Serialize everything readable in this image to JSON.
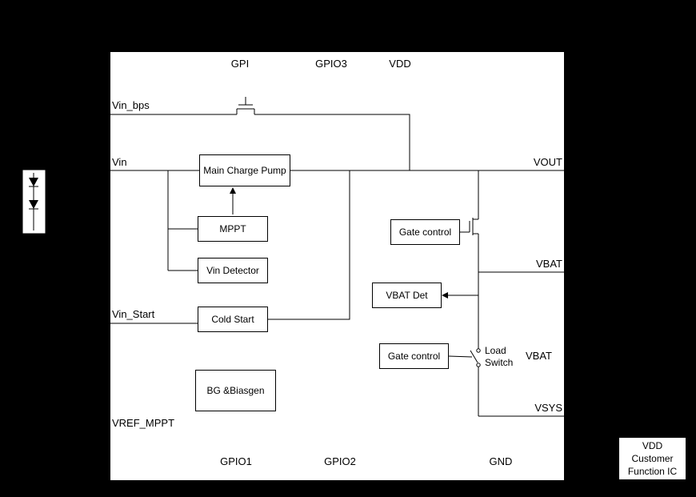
{
  "pins": {
    "top": {
      "gpi": "GPI",
      "gpio3": "GPIO3",
      "vdd": "VDD"
    },
    "bottom": {
      "gpio1": "GPIO1",
      "gpio2": "GPIO2",
      "gnd": "GND"
    },
    "left": {
      "vin_bps": "Vin_bps",
      "vin": "Vin",
      "vin_start": "Vin_Start",
      "vref_mppt": "VREF_MPPT"
    },
    "right": {
      "vout": "VOUT",
      "vbat": "VBAT",
      "vbat2": "VBAT",
      "vsys": "VSYS"
    }
  },
  "blocks": {
    "main_charge_pump": "Main Charge Pump",
    "mppt": "MPPT",
    "vin_detector": "Vin Detector",
    "cold_start": "Cold Start",
    "bg_biasgen": "BG &Biasgen",
    "gate_control_top": "Gate control",
    "vbat_det": "VBAT Det",
    "gate_control_bottom": "Gate control"
  },
  "annotations": {
    "load_switch": {
      "line1": "Load",
      "line2": "Switch"
    }
  },
  "external": {
    "customer_ic": {
      "line1": "VDD",
      "line2": "Customer",
      "line3": "Function IC"
    }
  },
  "colors": {
    "background": "#000000",
    "canvas": "#ffffff",
    "line": "#000000",
    "text": "#000000"
  }
}
